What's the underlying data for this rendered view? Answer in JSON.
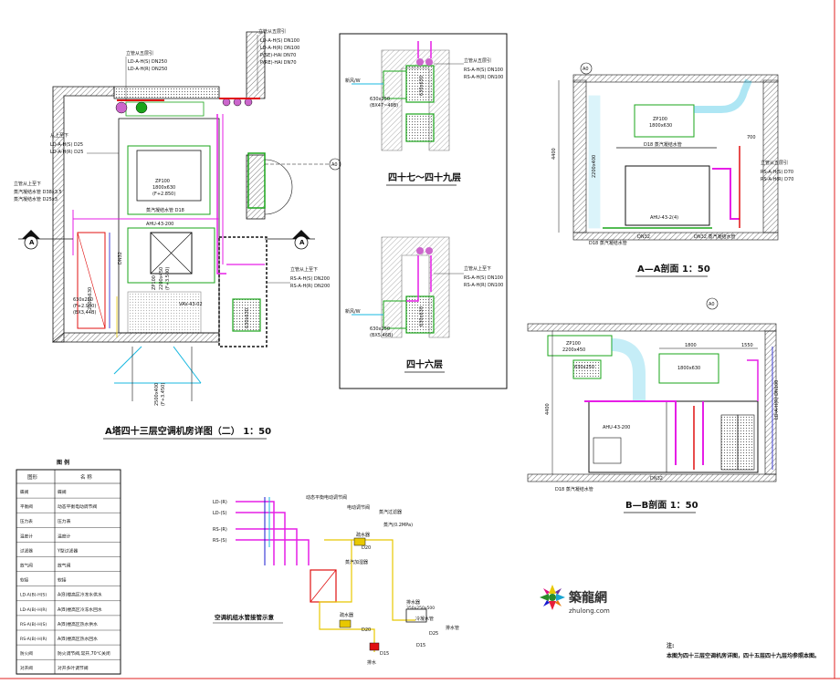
{
  "main_plan": {
    "title": "A塔四十三层空调机房详图（二） 1：50",
    "callouts": {
      "top_left_header": "立管从五层引",
      "top_left_1": "LD-A-H(S) DN250",
      "top_left_2": "LD-A-H(R) DN250",
      "top_right_header": "立管从五层引",
      "top_right_1": "LD-A-H(S) DN100",
      "top_right_2": "LD-A-H(R) DN100",
      "top_right_3": "P(SE)-HAI DN70",
      "top_right_4": "P(RE)-HAI DN70",
      "left_header": "从上至下",
      "left_1": "LD-A-H(S) D25",
      "left_2": "LD-A-H(R) D25",
      "left_header2": "立管从上至下",
      "left_3": "蒸汽凝结水管 D38x3.5",
      "left_4": "蒸汽凝结水管 D25x3",
      "right_header": "立管从上至下",
      "right_1": "RS-A-H(S) DN200",
      "right_2": "RS-A-H(R) DN200",
      "steam_pipe": "蒸汽凝结水管 D18"
    },
    "equipment": {
      "zp_top": "ZP100",
      "zp_top_size": "1800x630",
      "zp_top_level": "(F+2.850)",
      "ahu": "AHU-43-200",
      "duct_1": "630x250",
      "duct_1b": "(F+2.900)",
      "duct_1c": "(BX3,44B)",
      "duct_2": "2200x450",
      "duct_2b": "(F+3.500)",
      "zp_mid": "ZP100",
      "vav": "VAV-43-02",
      "duct_bottom": "2500x400",
      "duct_bottom_b": "(F+3.450)",
      "box_left": "2500x630",
      "box_right": "630x630",
      "dn32": "DN32",
      "axis_label": "A0",
      "section_mark": "A"
    }
  },
  "floor_47_49": {
    "title": "四十七～四十九层",
    "header": "立管从五层引",
    "line1": "RS-A-H(S) DN100",
    "line2": "RS-A-H(R) DN100",
    "duct": "630x250",
    "duct_b": "(BX47~49B)",
    "box": "630x630",
    "side": "新风/W"
  },
  "floor_46": {
    "title": "四十六层",
    "header": "立管从上至下",
    "line1": "RS-A-H(S) DN100",
    "line2": "RS-A-H(R) DN100",
    "duct": "630x250",
    "duct_b": "(BX5,46B)",
    "box": "630x630",
    "side": "新风/W"
  },
  "section_aa": {
    "title": "A—A剖面 1：50",
    "zp": "ZP100",
    "zp_size": "1800x630",
    "pipe": "D18 蒸汽凝结水管",
    "box": "2200x400",
    "ahu": "AHU-43-2(4)",
    "right_header": "立管从五层引",
    "right_1": "RS-A-H(S) D70",
    "right_2": "RS-A-H(R) D70",
    "dim_height": "4400",
    "dim_700": "700",
    "bottom_1": "DN32",
    "bottom_2": "DN32 蒸汽凝结水管",
    "bottom_3": "D18 蒸汽凝结水管",
    "axis_label": "A0"
  },
  "section_bb": {
    "title": "B—B剖面 1：50",
    "zp": "ZP100",
    "zp_size": "2200x450",
    "duct": "630x250",
    "box": "1800x630",
    "dim_1": "1800",
    "dim_2": "1550",
    "ahu": "AHU-43-200",
    "riser": "LD-A-H(R) DN100",
    "dim_height": "4400",
    "bottom_1": "DN32",
    "bottom_2": "D18 蒸汽凝结水管",
    "axis_label": "A0"
  },
  "schematic": {
    "title": "空调机组水管接管示意",
    "labels": {
      "ld_r": "LD-(R)",
      "ld_s": "LD-(S)",
      "rs_r": "RS-(R)",
      "rs_s": "RS-(S)",
      "valve_1": "动态平衡电动调节阀",
      "valve_2": "电动调节阀",
      "filter": "蒸汽过滤器",
      "steam": "蒸汽(0.2MPa)",
      "drain_1": "疏水器",
      "humidifier": "蒸汽加湿器",
      "drain_2": "疏水器",
      "d20": "D20",
      "d20b": "D20",
      "trap": "排水器",
      "size": "350x250x500",
      "d15": "D15",
      "pump": "排水",
      "note_a": "冷凝水管",
      "d15b": "D15",
      "d25": "D25",
      "drain_tube": "排水管"
    }
  },
  "legend": {
    "title": "图 例",
    "col_symbol": "图形",
    "col_name": "名 称",
    "rows": [
      {
        "sym": "蝶阀",
        "name": "蝶阀"
      },
      {
        "sym": "平衡阀",
        "name": "动态平衡电动调节阀"
      },
      {
        "sym": "压力表",
        "name": "压力表"
      },
      {
        "sym": "温度计",
        "name": "温度计"
      },
      {
        "sym": "过滤器",
        "name": "Y型过滤器"
      },
      {
        "sym": "放气阀",
        "name": "放气阀"
      },
      {
        "sym": "软接",
        "name": "软接"
      },
      {
        "sym": "LD-A(B)-H(S)",
        "name": "A(B)楼高区冷冻水供水"
      },
      {
        "sym": "LD-A(B)-H(R)",
        "name": "A(B)楼高区冷冻水回水"
      },
      {
        "sym": "RS-A(B)-H(S)",
        "name": "A(B)楼高区热水供水"
      },
      {
        "sym": "RS-A(B)-H(R)",
        "name": "A(B)楼高区热水回水"
      },
      {
        "sym": "防火阀",
        "name": "防火调节阀,常开,70℃关闭"
      },
      {
        "sym": "对开阀",
        "name": "对开多叶调节阀"
      }
    ]
  },
  "logo": {
    "cn": "築龍網",
    "url": "zhulong.com"
  },
  "note": {
    "label": "注:",
    "text": "本图为四十三层空调机房详图，四十五层四十九层均参照本图。"
  },
  "colors": {
    "line": "#111111",
    "magenta": "#e61ee6",
    "green": "#1aa51a",
    "red": "#e01010",
    "blue": "#1818d0",
    "yellow": "#e8c800",
    "cyan": "#18b8e0",
    "wall": "#888888",
    "border": "#e02020"
  }
}
